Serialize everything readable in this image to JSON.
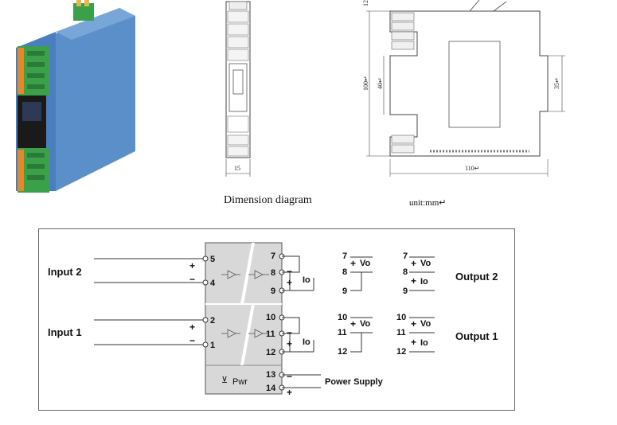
{
  "dimension": {
    "caption": "Dimension diagram",
    "unit": "unit:mm↵",
    "width_front": "15",
    "length_side": "110↵",
    "height_total": "100↵",
    "height_inner": "40↵",
    "height_rail": "35↵",
    "top_small": "12"
  },
  "wiring": {
    "input2_label": "Input 2",
    "input1_label": "Input 1",
    "output2_label": "Output 2",
    "output1_label": "Output 1",
    "power_label": "Power Supply",
    "pwr_text": "Pwr",
    "plus": "+",
    "minus": "−",
    "vo": "Vo",
    "io": "Io",
    "pins_left": [
      "5",
      "4",
      "2",
      "1"
    ],
    "pins_right": [
      "7",
      "8",
      "9",
      "10",
      "11",
      "12",
      "13",
      "14"
    ]
  },
  "colors": {
    "module_blue": "#5b8fc9",
    "terminal_green": "#3aa14a",
    "terminal_orange": "#e08a2a",
    "block_gray": "#d8d8d8"
  }
}
